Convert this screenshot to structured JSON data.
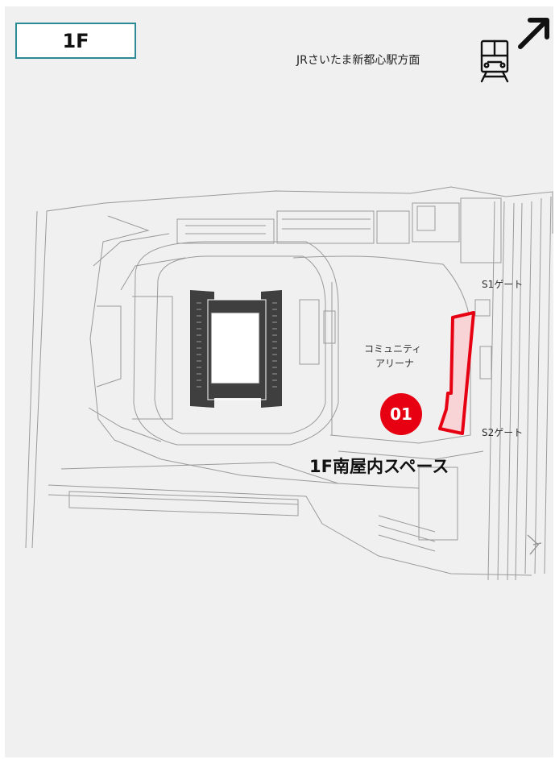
{
  "floor": {
    "label": "1F"
  },
  "station": {
    "direction_text": "JRさいたま新都心駅方面"
  },
  "icons": {
    "station": "train-icon",
    "direction": "north-east-arrow-icon"
  },
  "map": {
    "labels": {
      "s1_gate": "S1ゲート",
      "s2_gate": "S2ゲート",
      "community_arena_line1": "コミュニティ",
      "community_arena_line2": "アリーナ"
    },
    "marker": {
      "number": "01",
      "name": "1F南屋内スペース"
    }
  },
  "colors": {
    "badge_border": "#2a8a96",
    "marker": "#e60012",
    "highlight_fill": "#f9d4d6",
    "highlight_stroke": "#e60012",
    "background": "#f0f0f0"
  }
}
